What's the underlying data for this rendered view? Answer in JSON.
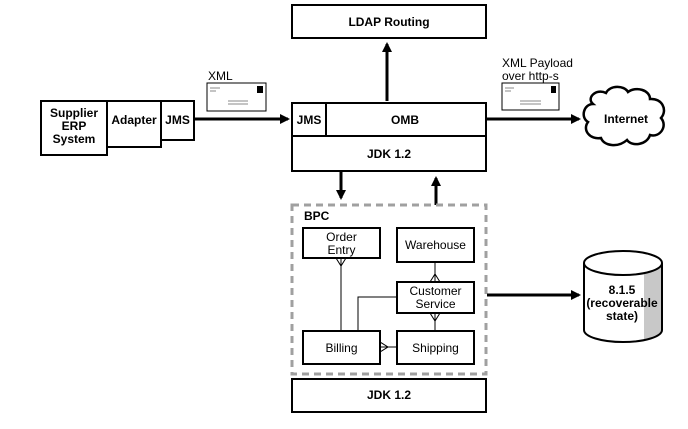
{
  "diagram": {
    "supplier": {
      "line1": "Supplier",
      "line2": "ERP",
      "line3": "System"
    },
    "adapter": "Adapter",
    "jms_left": "JMS",
    "xml_label": "XML",
    "ldap": "LDAP Routing",
    "omb": {
      "jms": "JMS",
      "omb": "OMB",
      "jdk": "JDK 1.2"
    },
    "payload_label": {
      "line1": "XML Payload",
      "line2": "over http-s"
    },
    "internet": "Internet",
    "bpc": {
      "title": "BPC",
      "order_entry": {
        "line1": "Order",
        "line2": "Entry"
      },
      "warehouse": "Warehouse",
      "customer_service": {
        "line1": "Customer",
        "line2": "Service"
      },
      "billing": "Billing",
      "shipping": "Shipping"
    },
    "jdk_bottom": "JDK 1.2",
    "database": {
      "line1": "8.1.5",
      "line2": "(recoverable",
      "line3": "state)"
    },
    "colors": {
      "line": "#000000",
      "dashed": "#a0a0a0",
      "db_shade": "#c8c8c8"
    }
  }
}
